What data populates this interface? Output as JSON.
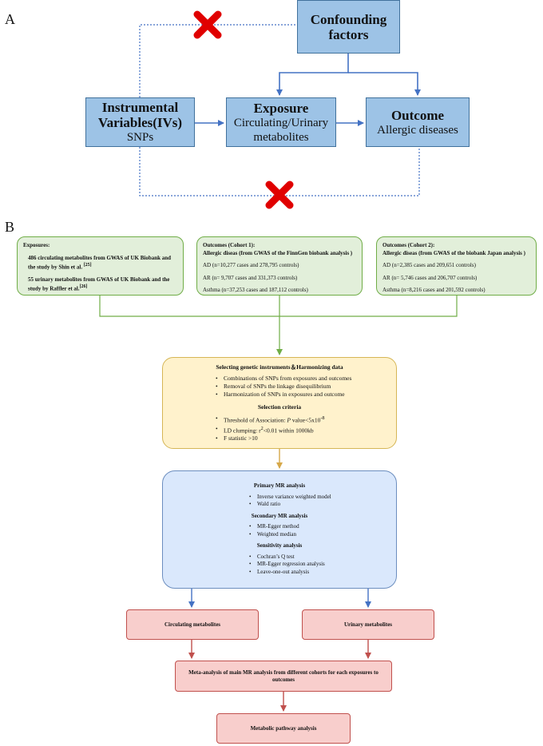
{
  "panel_a": {
    "label": "A",
    "confounding": "Confounding factors",
    "iv": {
      "title": "Instrumental Variables(IVs)",
      "sub": "SNPs"
    },
    "exposure": {
      "title": "Exposure",
      "sub": "Circulating/Urinary metabolites"
    },
    "outcome": {
      "title": "Outcome",
      "sub": "Allergic diseases"
    }
  },
  "panel_b": {
    "label": "B",
    "exposures": {
      "title": "Exposures:",
      "item1": "486 circulating metabolites from GWAS of UK Biobank and the study by Shin et al. ",
      "item1_ref": "[25]",
      "item2": "55 urinary metabolites from GWAS of UK Biobank and the study by Raffler et al.",
      "item2_ref": "[26]"
    },
    "cohort1": {
      "title": "Outcomes (Cohort 1):",
      "subtitle": "Allergic diseas (from GWAS of the FinnGen biobank analysis )",
      "ad": "AD (n=10,277 cases and 278,795 controls)",
      "ar": "AR (n= 9,707 cases and 331,373 controls)",
      "asthma": "Asthma (n=37,253 cases and 187,112 controls)"
    },
    "cohort2": {
      "title": "Outcomes (Cohort 2):",
      "subtitle": "Allergic diseas (from GWAS of the biobank Japan analysis )",
      "ad": "AD (n=2,385 cases and 209,651 controls)",
      "ar": "AR (n= 5,746 cases and 206,707 controls)",
      "asthma": "Asthma (n=8,216 cases and 201,592 controls)"
    },
    "selecting": {
      "title": "Selecting genetic instruments＆Harmonizing data",
      "items": [
        "Combinations of SNPs from exposures and outcomes",
        "Removal of  SNPs  the linkage disequilibrium",
        "Harmonization of SNPs in exposures and outcome"
      ],
      "criteria_title": "Selection criteria",
      "crit1_pre": "Threshold of Association: ",
      "crit1_p": "P",
      "crit1_mid": " value<5x10",
      "crit1_exp": "-8",
      "crit2_pre": "LD clumping: r",
      "crit2_exp": "2",
      "crit2_post": "<0.01 within 1000kb",
      "crit3": "F statistic >10"
    },
    "analysis": {
      "primary_title": "Primary MR analysis",
      "primary": [
        "Inverse variance weighted model",
        "Wald ratio"
      ],
      "secondary_title": "Secondary MR analysis",
      "secondary": [
        "MR-Egger method",
        "Weighted median"
      ],
      "sensitivity_title": "Sensitivity analysis",
      "sensitivity": [
        "Cochran’s Q test",
        "MR-Egger regression analysis",
        "Leave-one-out analysis"
      ]
    },
    "circulating": "Circulating metabolites",
    "urinary": "Urinary metabolites",
    "meta": "Meta-analysis of main MR analysis from different cohorts for each exposures to outcomes",
    "pathway": "Metabolic pathway analysis"
  }
}
